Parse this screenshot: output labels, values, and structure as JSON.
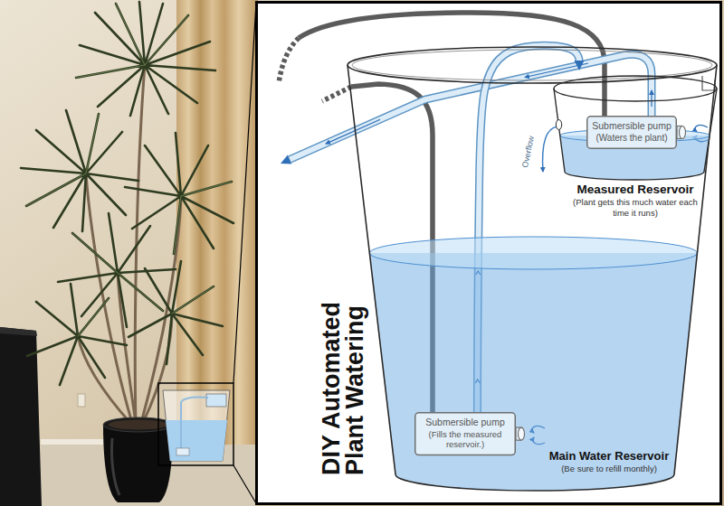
{
  "diagram": {
    "title": "DIY Automated Plant Watering",
    "nodes": [
      {
        "text": [
          "Main Water Reservoir",
          "(Be sure to refill monthly)"
        ]
      },
      {
        "text": [
          "Measured Reservoir",
          "(Plant gets this much water each time it runs)"
        ],
        "in": 0
      },
      {
        "text": [
          "Submersible pump",
          "(Waters the plant)"
        ],
        "in": 1
      },
      {
        "text": [
          "Submersible pump",
          "(Fills the measured reservoir.)"
        ],
        "in": 0
      }
    ],
    "edges": [
      {
        "from": 3,
        "to": 1,
        "arrow": "to"
      }
    ],
    "labels": [
      "Overflow"
    ]
  }
}
